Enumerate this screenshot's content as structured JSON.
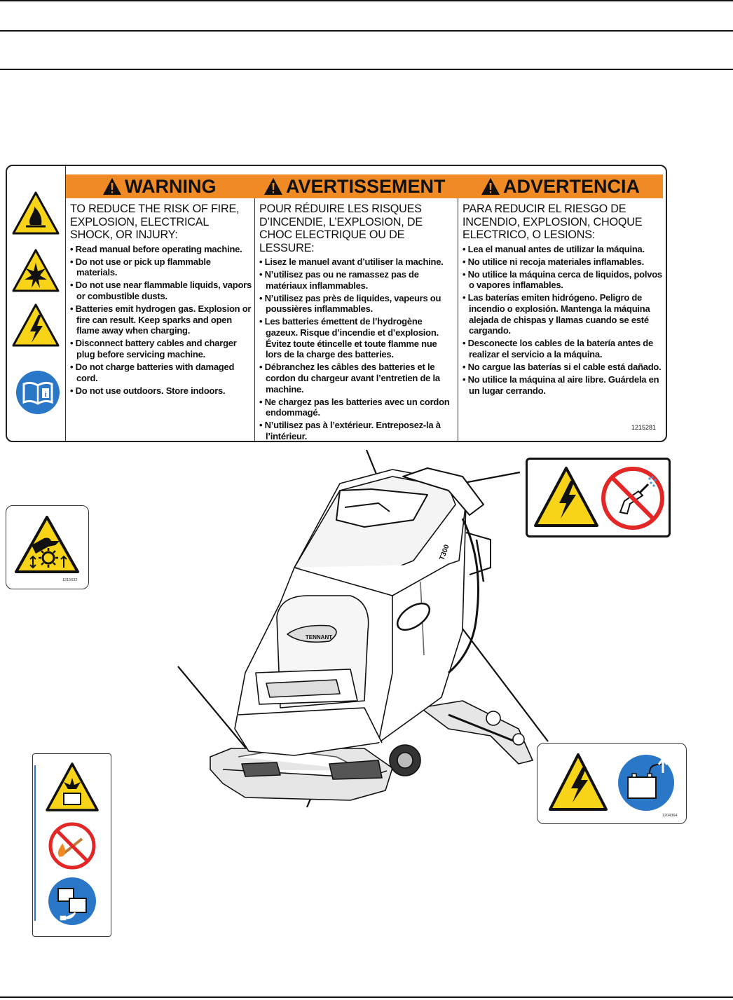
{
  "decal": {
    "icons": [
      "fire-hazard-icon",
      "explosion-hazard-icon",
      "electrical-hazard-icon",
      "read-manual-icon"
    ],
    "colors": {
      "banner": "#f08a24",
      "hazard_yellow": "#f7d417",
      "info_blue": "#2a77c8",
      "prohibit_red": "#e32626"
    },
    "columns": [
      {
        "title": "WARNING",
        "heading": "TO REDUCE THE RISK OF FIRE, EXPLOSION, ELECTRICAL SHOCK, OR INJURY:",
        "items": [
          "Read manual before operating machine.",
          "Do not use or pick up flammable materials.",
          "Do not use near flammable liquids, vapors or combustible dusts.",
          "Batteries emit hydrogen gas. Explosion or fire can result. Keep sparks and open flame away when charging.",
          "Disconnect battery cables and charger plug before servicing machine.",
          "Do not charge batteries with damaged cord.",
          "Do not use outdoors. Store indoors."
        ]
      },
      {
        "title": "AVERTISSEMENT",
        "heading": "POUR RÉDUIRE LES RISQUES D’INCENDIE, L’EXPLOSION, DE CHOC ELECTRIQUE OU DE LESSURE:",
        "items": [
          "Lisez le manuel avant d’utiliser la machine.",
          "N’utilisez pas ou ne ramassez pas de matériaux inflammables.",
          "N’utilisez pas près de liquides, vapeurs ou poussières inflammables.",
          "Les batteries émettent de l’hydrogène gazeux. Risque d’incendie et d’explosion. Évitez toute étincelle et toute flamme nue lors de la charge des batteries.",
          "Débranchez les câbles des batteries et le cordon du chargeur avant l’entretien de la machine.",
          "Ne chargez pas les batteries avec un cordon endommagé.",
          "N’utilisez pas à l’extérieur. Entreposez-la à l’intérieur."
        ]
      },
      {
        "title": "ADVERTENCIA",
        "heading": "PARA REDUCIR EL RIESGO DE INCENDIO, EXPLOSION, CHOQUE ELECTRICO, O LESIONS:",
        "items": [
          "Lea el manual antes de utilizar la máquina.",
          "No utilice ni recoja materiales inflamables.",
          "No utilice la máquina cerca de liquidos, polvos o vapores inflamables.",
          "Las baterías emiten hidrógeno. Peligro de incendio o explosión. Mantenga la máquina alejada de chispas y llamas cuando se esté cargando.",
          "Desconecte los cables de la batería antes de realizar el servicio a la máquina.",
          "No cargue las baterías si el cable está dañado.",
          "No utilice la máquina al aire libre. Guárdela en un lugar cerrando."
        ]
      }
    ],
    "part_number": "1215281"
  },
  "decals": {
    "moving_parts": {
      "icon": "hand-entanglement-icon",
      "part_number": "1215632"
    },
    "no_pressure_wash": {
      "icons": [
        "electrical-hazard-icon",
        "no-pressure-washer-icon"
      ]
    },
    "battery_disconnect": {
      "icons": [
        "electrical-hazard-icon",
        "battery-disconnect-icon"
      ],
      "part_number": "1204364"
    },
    "battery_charging": {
      "icons": [
        "battery-explosion-icon",
        "no-open-flame-icon",
        "charger-icon"
      ]
    }
  },
  "machine": {
    "brand_label": "TENNANT",
    "model_label": "T300"
  }
}
